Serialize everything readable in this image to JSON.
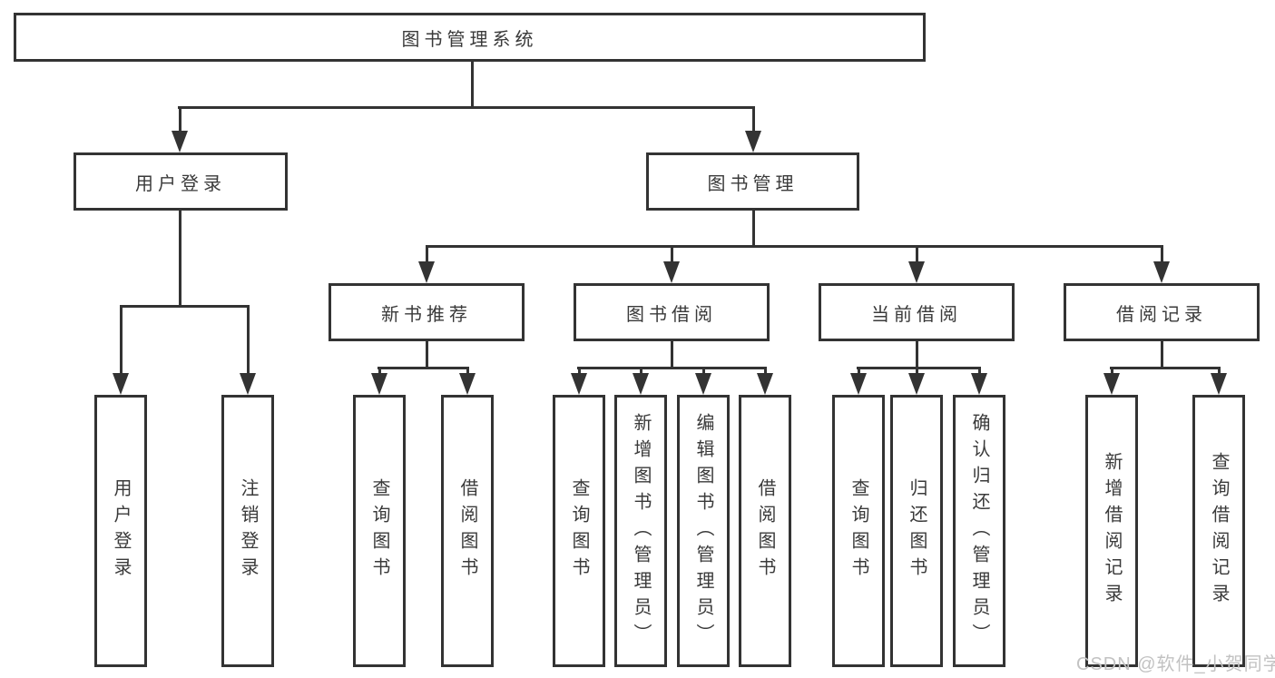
{
  "tree": {
    "root": {
      "label": "图书管理系统"
    },
    "branches": [
      {
        "label": "用户登录",
        "children": [
          {
            "label": "用户登录"
          },
          {
            "label": "注销登录"
          }
        ]
      },
      {
        "label": "图书管理",
        "groups": [
          {
            "label": "新书推荐",
            "children": [
              {
                "label": "查询图书"
              },
              {
                "label": "借阅图书"
              }
            ]
          },
          {
            "label": "图书借阅",
            "children": [
              {
                "label": "查询图书"
              },
              {
                "label": "新增图书（管理员）"
              },
              {
                "label": "编辑图书（管理员）"
              },
              {
                "label": "借阅图书"
              }
            ]
          },
          {
            "label": "当前借阅",
            "children": [
              {
                "label": "查询图书"
              },
              {
                "label": "归还图书"
              },
              {
                "label": "确认归还（管理员）"
              }
            ]
          },
          {
            "label": "借阅记录",
            "children": [
              {
                "label": "新增借阅记录"
              },
              {
                "label": "查询借阅记录"
              }
            ]
          }
        ]
      }
    ]
  },
  "watermark": {
    "text": "CSDN @软件_小贺同学"
  },
  "style": {
    "line_color": "#333333",
    "box_border_color": "#333333",
    "text_color": "#3a3a3a",
    "watermark_color": "#c2c2c2",
    "background": "#ffffff"
  }
}
